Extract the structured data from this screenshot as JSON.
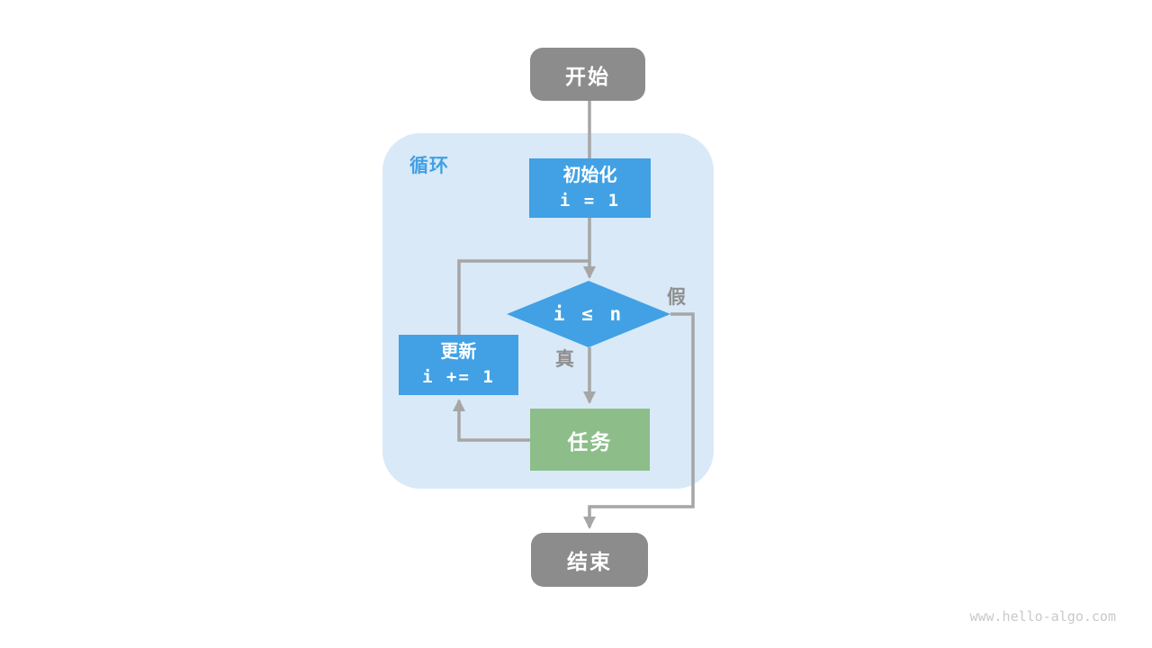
{
  "diagram": {
    "loop_label": "循环",
    "nodes": {
      "start": {
        "label": "开始"
      },
      "init": {
        "line1": "初始化",
        "line2": "i = 1"
      },
      "condition": {
        "label": "i ≤ n"
      },
      "update": {
        "line1": "更新",
        "line2": "i += 1"
      },
      "task": {
        "label": "任务"
      },
      "end": {
        "label": "结束"
      }
    },
    "edge_labels": {
      "true_label": "真",
      "false_label": "假"
    },
    "colors": {
      "node_gray": "#8c8c8c",
      "node_blue": "#41a1e4",
      "node_green": "#8dbe8a",
      "loop_background": "#d9e9f8",
      "arrow": "#a6a6a6",
      "edge_label_text": "#8f8f8f",
      "loop_label_text": "#41a1e4",
      "watermark_text": "#c9c9c9"
    },
    "watermark": "www.hello-algo.com"
  }
}
